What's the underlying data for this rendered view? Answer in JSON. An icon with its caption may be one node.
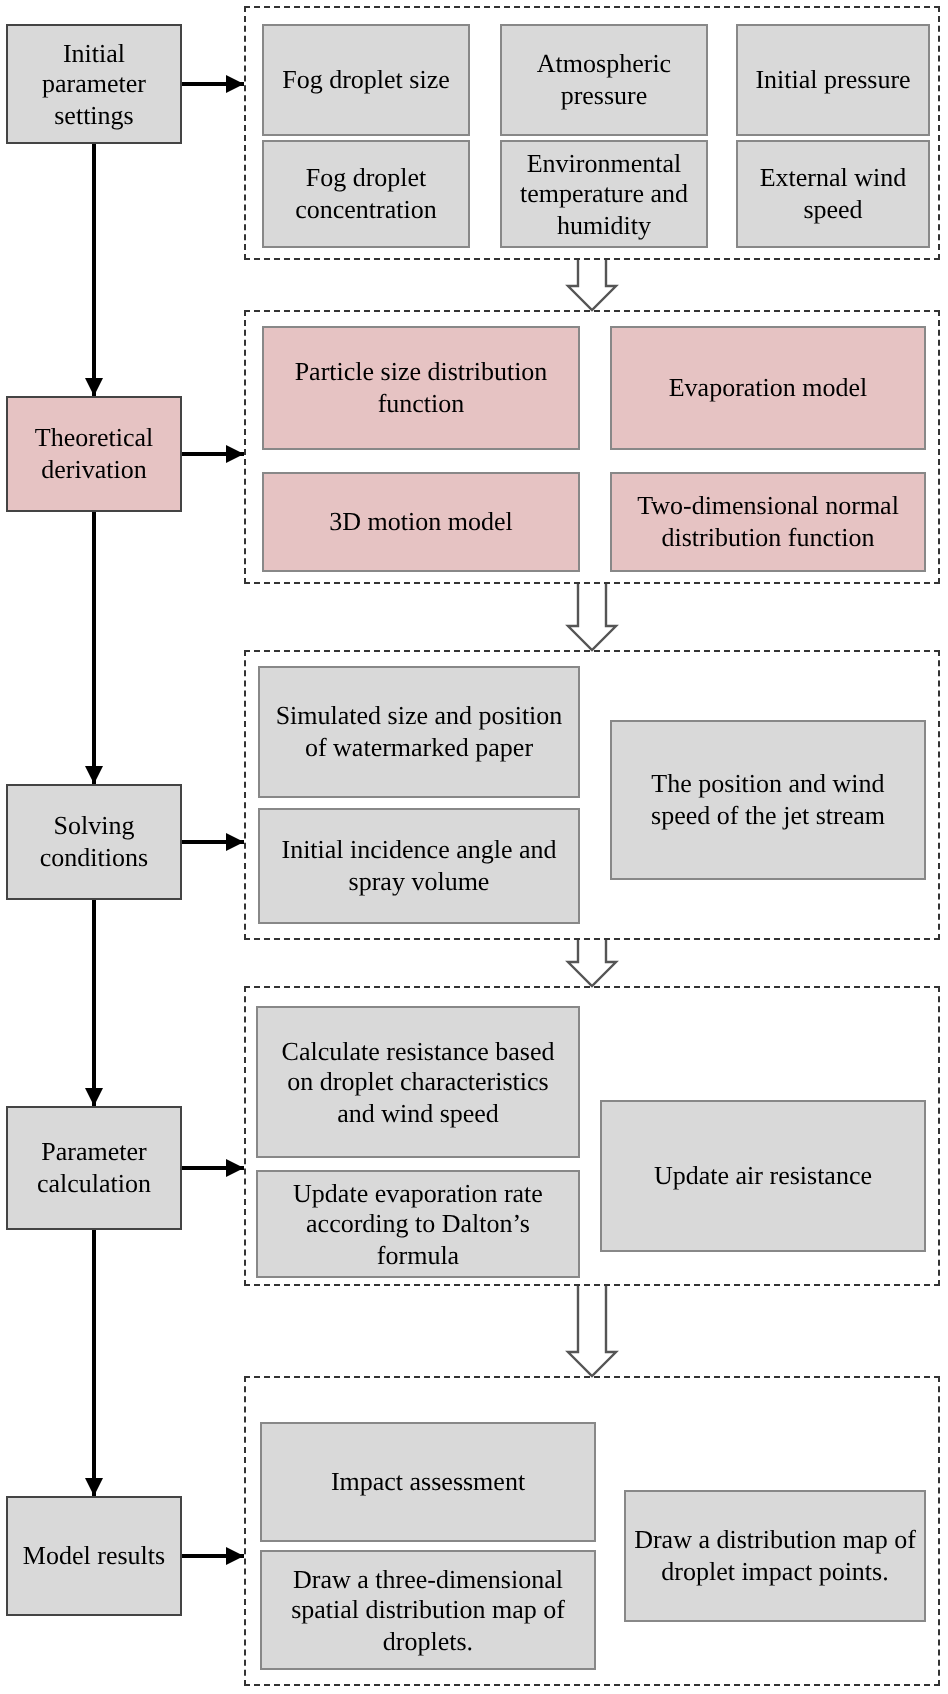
{
  "diagram": {
    "nodes": [
      {
        "text": [
          "Initial parameter settings"
        ]
      },
      {
        "text": [],
        "shape": "box"
      },
      {
        "text": [
          "Fog droplet size"
        ],
        "in": 1
      },
      {
        "text": [
          "Atmospheric pressure"
        ],
        "in": 1
      },
      {
        "text": [
          "Initial pressure"
        ],
        "in": 1
      },
      {
        "text": [
          "Fog droplet concentration"
        ],
        "in": 1
      },
      {
        "text": [
          "Environmental temperature and humidity"
        ],
        "in": 1
      },
      {
        "text": [
          "External wind speed"
        ],
        "in": 1
      },
      {
        "text": [
          "Theoretical derivation"
        ]
      },
      {
        "text": [],
        "shape": "box"
      },
      {
        "text": [
          "Particle size distribution function"
        ],
        "in": 9
      },
      {
        "text": [
          "Evaporation model"
        ],
        "in": 9
      },
      {
        "text": [
          "3D motion model"
        ],
        "in": 9
      },
      {
        "text": [
          "Two-dimensional normal distribution function"
        ],
        "in": 9
      },
      {
        "text": [
          "Solving conditions"
        ]
      },
      {
        "text": [],
        "shape": "box"
      },
      {
        "text": [
          "Simulated size and position of watermarked paper"
        ],
        "in": 15
      },
      {
        "text": [
          "Initial incidence angle and spray volume"
        ],
        "in": 15
      },
      {
        "text": [
          "The position and wind speed of the jet stream"
        ],
        "in": 15
      },
      {
        "text": [
          "Parameter calculation"
        ]
      },
      {
        "text": [],
        "shape": "box"
      },
      {
        "text": [
          "Calculate resistance based on droplet characteristics and wind speed"
        ],
        "in": 20
      },
      {
        "text": [
          "Update evaporation rate according to Dalton’s formula"
        ],
        "in": 20
      },
      {
        "text": [
          "Update air resistance"
        ],
        "in": 20
      },
      {
        "text": [
          "Model results"
        ]
      },
      {
        "text": [],
        "shape": "box"
      },
      {
        "text": [
          "Impact assessment"
        ],
        "in": 25
      },
      {
        "text": [
          "Draw a three-dimensional spatial distribution map of droplets."
        ],
        "in": 25
      },
      {
        "text": [
          "Draw a distribution map of droplet impact points."
        ],
        "in": 25
      }
    ],
    "edges": [
      {
        "from": 0,
        "to": 8,
        "arrow": "to"
      },
      {
        "from": 8,
        "to": 14,
        "arrow": "to"
      },
      {
        "from": 14,
        "to": 19,
        "arrow": "to"
      },
      {
        "from": 19,
        "to": 24,
        "arrow": "to"
      },
      {
        "from": 0,
        "to": 1,
        "arrow": "to"
      },
      {
        "from": 8,
        "to": 9,
        "arrow": "to"
      },
      {
        "from": 14,
        "to": 15,
        "arrow": "to"
      },
      {
        "from": 19,
        "to": 20,
        "arrow": "to"
      },
      {
        "from": 24,
        "to": 25,
        "arrow": "to"
      },
      {
        "from": 1,
        "to": 9,
        "arrow": "to",
        "style": "thick"
      },
      {
        "from": 9,
        "to": 15,
        "arrow": "to",
        "style": "thick"
      },
      {
        "from": 15,
        "to": 20,
        "arrow": "to",
        "style": "thick"
      },
      {
        "from": 20,
        "to": 25,
        "arrow": "to",
        "style": "thick"
      }
    ]
  }
}
